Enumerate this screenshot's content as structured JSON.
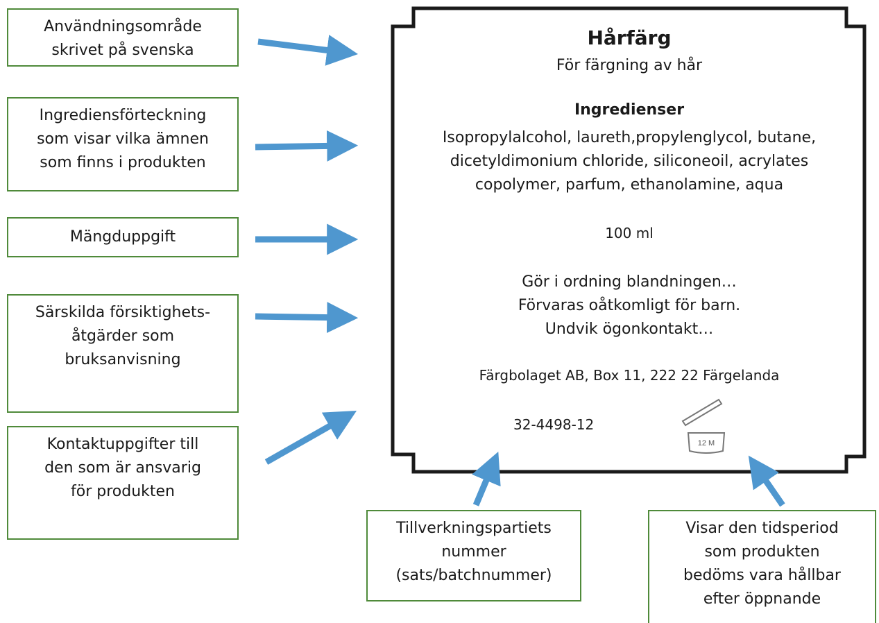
{
  "label": {
    "title": "Hårfärg",
    "subtitle": "För färgning av hår",
    "ingredients_heading": "Ingredienser",
    "ingredients_lines": [
      "Isopropylalcohol, laureth,propylenglycol, butane,",
      "dicetyldimonium chloride, siliconeoil, acrylates",
      "copolymer, parfum, ethanolamine, aqua"
    ],
    "quantity": "100 ml",
    "precaution_lines": [
      "Gör i ordning blandningen…",
      "Förvaras oåtkomligt för barn.",
      "Undvik ögonkontakt…"
    ],
    "manufacturer": "Färgbolaget AB, Box 11, 222 22  Färgelanda",
    "batch_number": "32-4498-12",
    "pao_symbol_text": "12 M"
  },
  "callouts": {
    "usage": [
      "Användningsområde",
      "skrivet på svenska"
    ],
    "ingredients": [
      "Ingrediensförteckning",
      "som visar vilka ämnen",
      "som finns i produkten"
    ],
    "quantity": [
      "Mängduppgift"
    ],
    "precautions": [
      "Särskilda försiktighets-",
      "åtgärder som",
      "bruksanvisning"
    ],
    "contact": [
      "Kontaktuppgifter till",
      "den som är ansvarig",
      "för produkten"
    ],
    "batch": [
      "Tillverkningspartiets",
      "nummer",
      "(sats/batchnummer)"
    ],
    "shelf_life": [
      "Visar den tidsperiod",
      "som produkten",
      "bedöms vara hållbar",
      "efter öppnande"
    ]
  },
  "colors": {
    "arrow": "#4f97cf",
    "callout_border": "#4f8a3a",
    "label_frame": "#1a1a1a",
    "text": "#1a1a1a"
  }
}
